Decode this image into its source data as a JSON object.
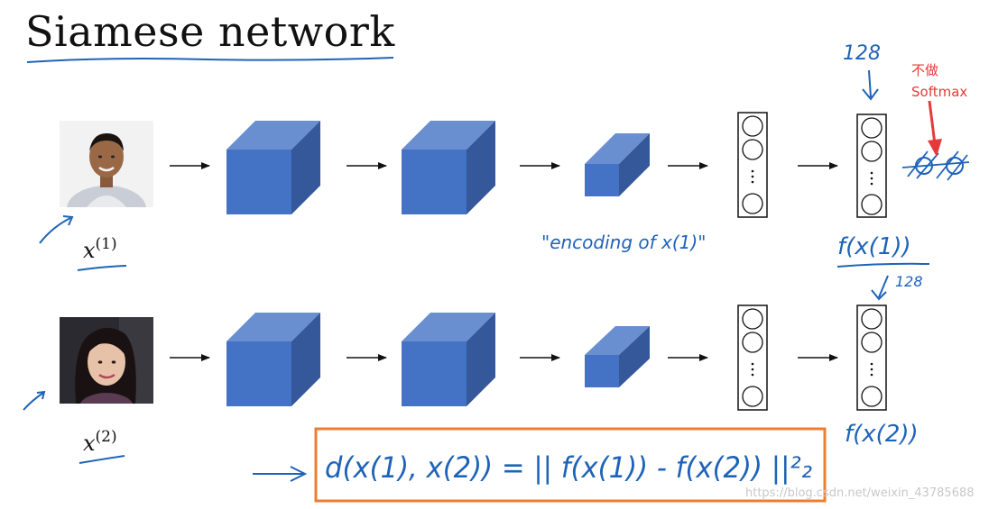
{
  "title": "Siamese network",
  "inputs": [
    {
      "label_base": "x",
      "label_sup": "(1)"
    },
    {
      "label_base": "x",
      "label_sup": "(2)"
    }
  ],
  "annotations": {
    "dim_top": "128",
    "dim_bottom": "128",
    "encoding_note": "\"encoding of x(1)\"",
    "f_x1": "f(x(1))",
    "f_x2": "f(x(2))",
    "softmax_note_line1": "不做",
    "softmax_note_line2": "Softmax",
    "distance_formula": "d(x(1), x(2)) = || f(x(1)) - f(x(2)) ||²₂",
    "watermark": "https://blog.csdn.net/weixin_43785688"
  },
  "colors": {
    "cube_front": "#4472c4",
    "cube_top": "#6a8fd1",
    "cube_side": "#34589a",
    "handwriting": "#1f63b8",
    "formula_box": "#ed7d31",
    "red_note": "#e63a3a"
  },
  "icons": {
    "person1": "face-photo-man",
    "person2": "face-photo-woman"
  }
}
